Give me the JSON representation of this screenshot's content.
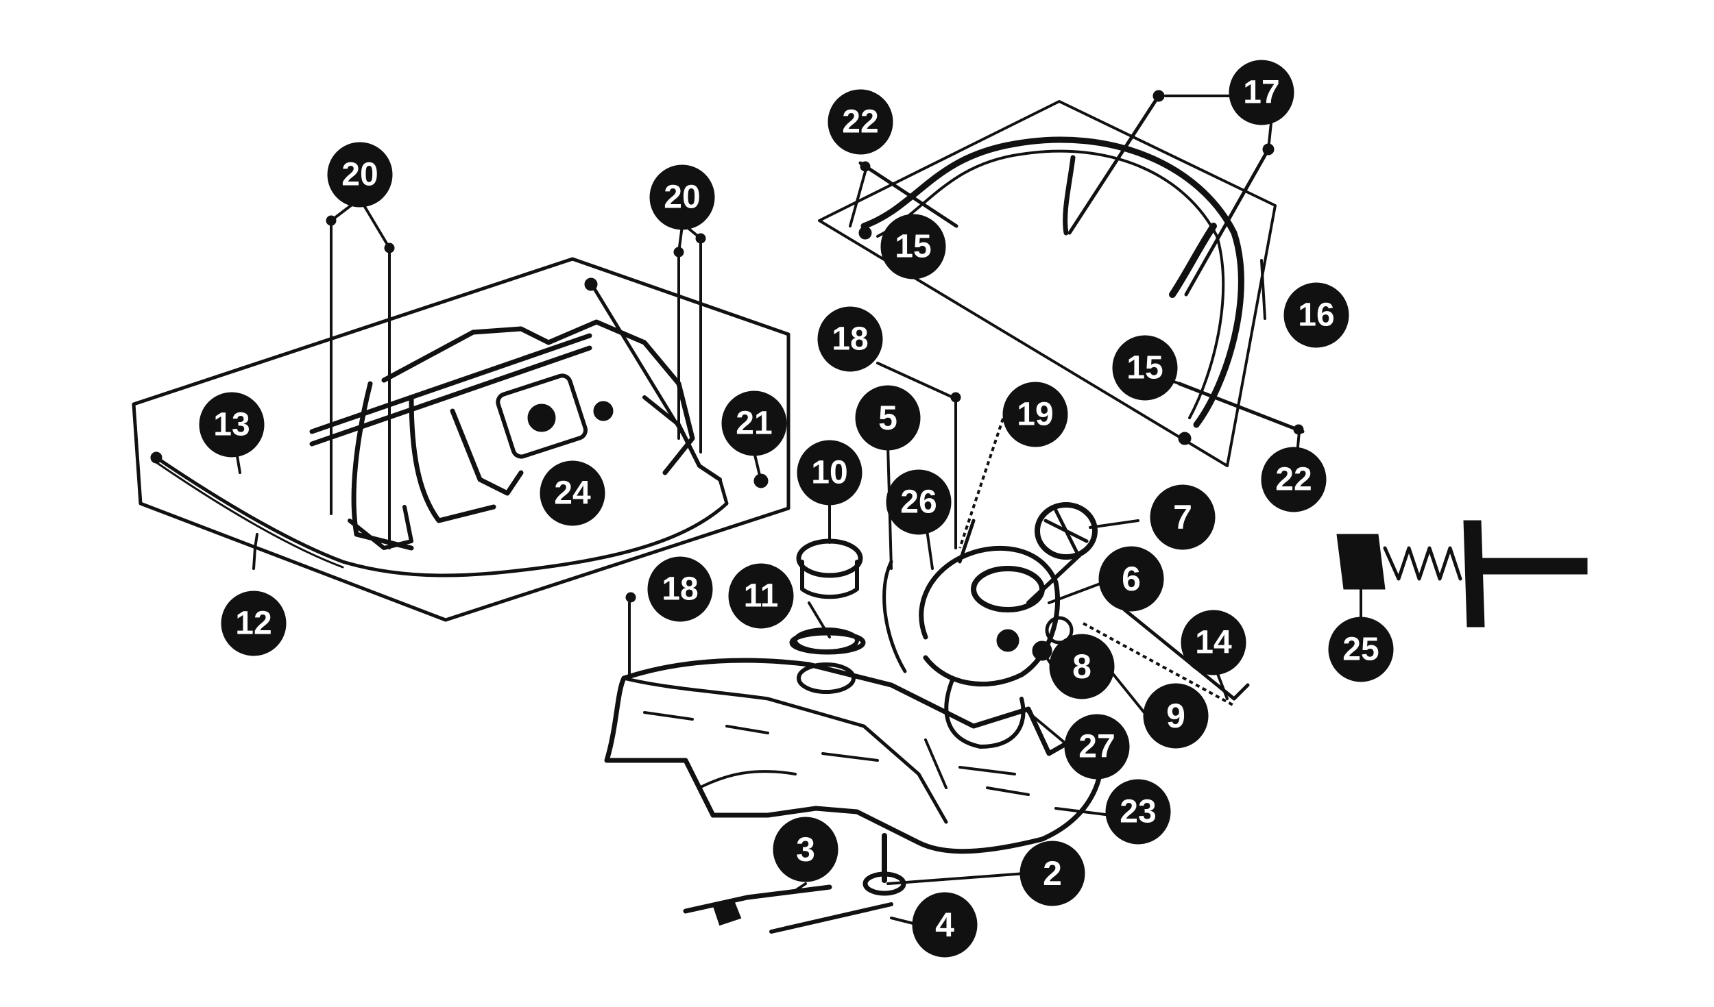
{
  "diagram": {
    "callout_color": "#111111",
    "callout_text_color": "#ffffff",
    "callouts": [
      "2",
      "3",
      "4",
      "5",
      "6",
      "7",
      "8",
      "9",
      "10",
      "11",
      "12",
      "13",
      "14",
      "15",
      "15",
      "16",
      "17",
      "18",
      "18",
      "19",
      "20",
      "20",
      "21",
      "22",
      "22",
      "23",
      "24",
      "25",
      "26",
      "27"
    ]
  }
}
